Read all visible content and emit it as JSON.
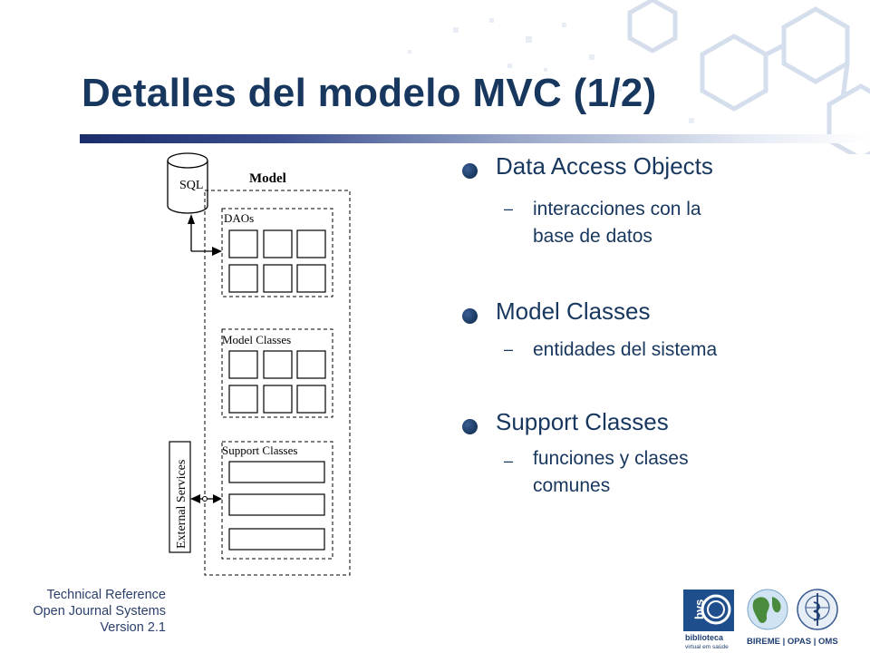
{
  "slide": {
    "title": "Detalles del modelo MVC (1/2)"
  },
  "diagram": {
    "sql_label": "SQL",
    "model_label": "Model",
    "daos_label": "DAOs",
    "model_classes_label": "Model Classes",
    "support_classes_label": "Support Classes",
    "external_services_label": "External Services"
  },
  "bullets": [
    {
      "label": "Data Access Objects",
      "sub": [
        "interacciones con la",
        "base de datos"
      ]
    },
    {
      "label": "Model Classes",
      "sub": [
        "entidades del sistema"
      ]
    },
    {
      "label": "Support Classes",
      "sub": [
        "funciones y clases",
        "comunes"
      ]
    }
  ],
  "footer": {
    "line1": "Technical Reference",
    "line2": "Open Journal Systems",
    "line3": "Version 2.1"
  },
  "logos": {
    "bvs_mark": "bvs",
    "bvs_name": "biblioteca",
    "bvs_tagline": "virtual em saúde",
    "orgs": "BIREME | OPAS | OMS"
  },
  "colors": {
    "title": "#17375e",
    "accent_rule_start": "#1b2c6b"
  }
}
